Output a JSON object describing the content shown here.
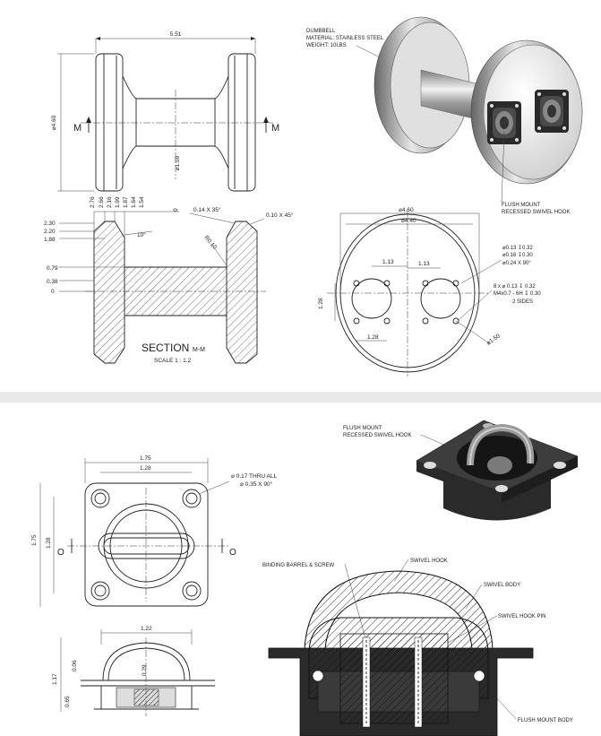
{
  "sheet1": {
    "front_view": {
      "width": "5.51",
      "height": "⌀4.60",
      "shaft_dia": "⌀1.59",
      "section_mark": "M"
    },
    "section_view": {
      "top_dims": [
        "2.76",
        "2.66",
        "2.16",
        "1.99",
        "1.87",
        "1.64",
        "1.54"
      ],
      "zero_top": "0",
      "left_dims": [
        "2.30",
        "2.20",
        "1.88",
        "0.79",
        "0.38",
        "0"
      ],
      "chamfer_1": "0.14 X 35°",
      "chamfer_2": "0.10 X 45°",
      "angle": "10°",
      "radius": "R0.10",
      "title": "SECTION",
      "title_sub": "M-M",
      "scale": "SCALE 1 : 1.2"
    },
    "iso_note": {
      "line1": "DUMBBELL",
      "line2": "MATERIAL: STAINLESS STEEL",
      "line3": "WEIGHT: 10LBS"
    },
    "hook_callout": {
      "line1": "FLUSH MOUNT",
      "line2": "RECESSED SWIVEL HOOK"
    },
    "end_view": {
      "outer_dia": "⌀4.60",
      "inner_dia": "⌀4.40",
      "spacing_left": "1.13",
      "spacing_right": "1.13",
      "hole_height": "1.28",
      "hole_width": "1.28",
      "ring_dia": "⌀1.50",
      "note_1a": "⌀0.13 ↧0.32",
      "note_1b": "⌀0.16 ↧0.30",
      "note_1c": "⌀0.24 X 90°",
      "note_2a": "8 x ⌀ 0.13 ↧ 0.32",
      "note_2b": "M4x0.7 - 6H ↧ 0.30",
      "note_2c": "2 SIDES"
    }
  },
  "sheet2": {
    "top_view": {
      "overall": "1.75",
      "hole_spacing": "1.28",
      "side_overall": "1.75",
      "side_spacing": "1.28",
      "note_a": "⌀ 0.17 THRU ALL",
      "note_b": "⌀ 0.35 X 90°",
      "section_mark": "O"
    },
    "iso_callout": {
      "line1": "FLUSH MOUNT",
      "line2": "RECESSED SWIVEL HOOK"
    },
    "side_view": {
      "width": "1.22",
      "height": "1.17",
      "top_dim": "0.06",
      "inner": "0.29",
      "bottom": "0.65"
    },
    "section_labels": {
      "barrel": "BINDING BARREL & SCREW",
      "hook": "SWIVEL HOOK",
      "body": "SWIVEL BODY",
      "pin": "SWIVEL HOOK PIN",
      "mount": "FLUSH MOUNT BODY"
    }
  },
  "colors": {
    "line": "#222222",
    "metal_dark": "#2e2e2e",
    "metal_light": "#d8d8d8",
    "gap": "#e9e9e9"
  }
}
